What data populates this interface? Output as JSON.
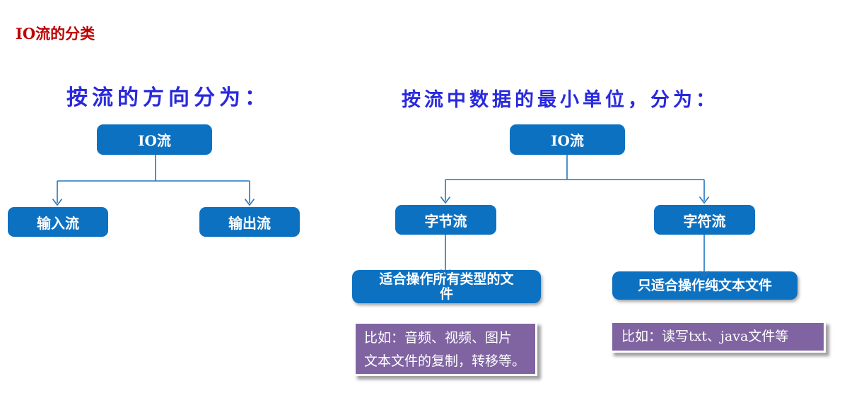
{
  "page": {
    "title": "IO流的分类"
  },
  "colors": {
    "title_red": "#bf0000",
    "heading_blue": "#2929dd",
    "node_blue": "#0d71c1",
    "connector_blue": "#2276c0",
    "example_purple": "#8064a2",
    "node_text": "#ffffff"
  },
  "left_tree": {
    "heading": "按流的方向分为：",
    "root": "IO流",
    "children": [
      "输入流",
      "输出流"
    ]
  },
  "right_tree": {
    "heading": "按流中数据的最小单位，分为：",
    "root": "IO流",
    "children": [
      "字节流",
      "字符流"
    ],
    "byte_desc": "适合操作所有类型的文件",
    "char_desc": "只适合操作纯文本文件",
    "byte_example_lines": [
      "比如：音频、视频、图片",
      "文本文件的复制，转移等。"
    ],
    "char_example": "比如：读写txt、java文件等"
  }
}
